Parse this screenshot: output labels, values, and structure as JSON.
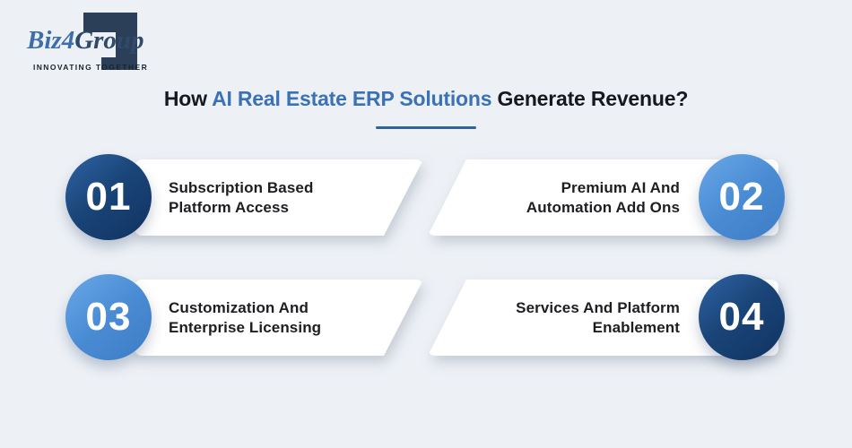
{
  "logo": {
    "brand_biz": "Biz",
    "brand_4": "4",
    "brand_group": "Group",
    "tagline": "INNOVATING TOGETHER",
    "bracket_color": "#2b4058",
    "brand_blue": "#3e6fab",
    "brand_dark": "#2f4a6b"
  },
  "title": {
    "prefix": "How ",
    "highlight": "AI Real Estate ERP Solutions",
    "suffix": " Generate Revenue?",
    "text_color": "#15181f",
    "highlight_color": "#3b71b6",
    "underline_color": "#2e649b"
  },
  "items": [
    {
      "number": "01",
      "label_line1": "Subscription Based",
      "label_line2": "Platform Access",
      "circle_style": "dark",
      "side": "left"
    },
    {
      "number": "02",
      "label_line1": "Premium AI And",
      "label_line2": "Automation Add Ons",
      "circle_style": "light",
      "side": "right"
    },
    {
      "number": "03",
      "label_line1": "Customization And",
      "label_line2": "Enterprise Licensing",
      "circle_style": "light",
      "side": "left"
    },
    {
      "number": "04",
      "label_line1": "Services And Platform",
      "label_line2": "Enablement",
      "circle_style": "dark",
      "side": "right"
    }
  ],
  "colors": {
    "background": "#edf1f6",
    "card_background": "#ffffff",
    "card_text": "#1d1e21",
    "circle_dark_gradient_start": "#2f63a6",
    "circle_dark_gradient_end": "#103361",
    "circle_light_gradient_start": "#6aa7e6",
    "circle_light_gradient_end": "#3c7cc4"
  }
}
